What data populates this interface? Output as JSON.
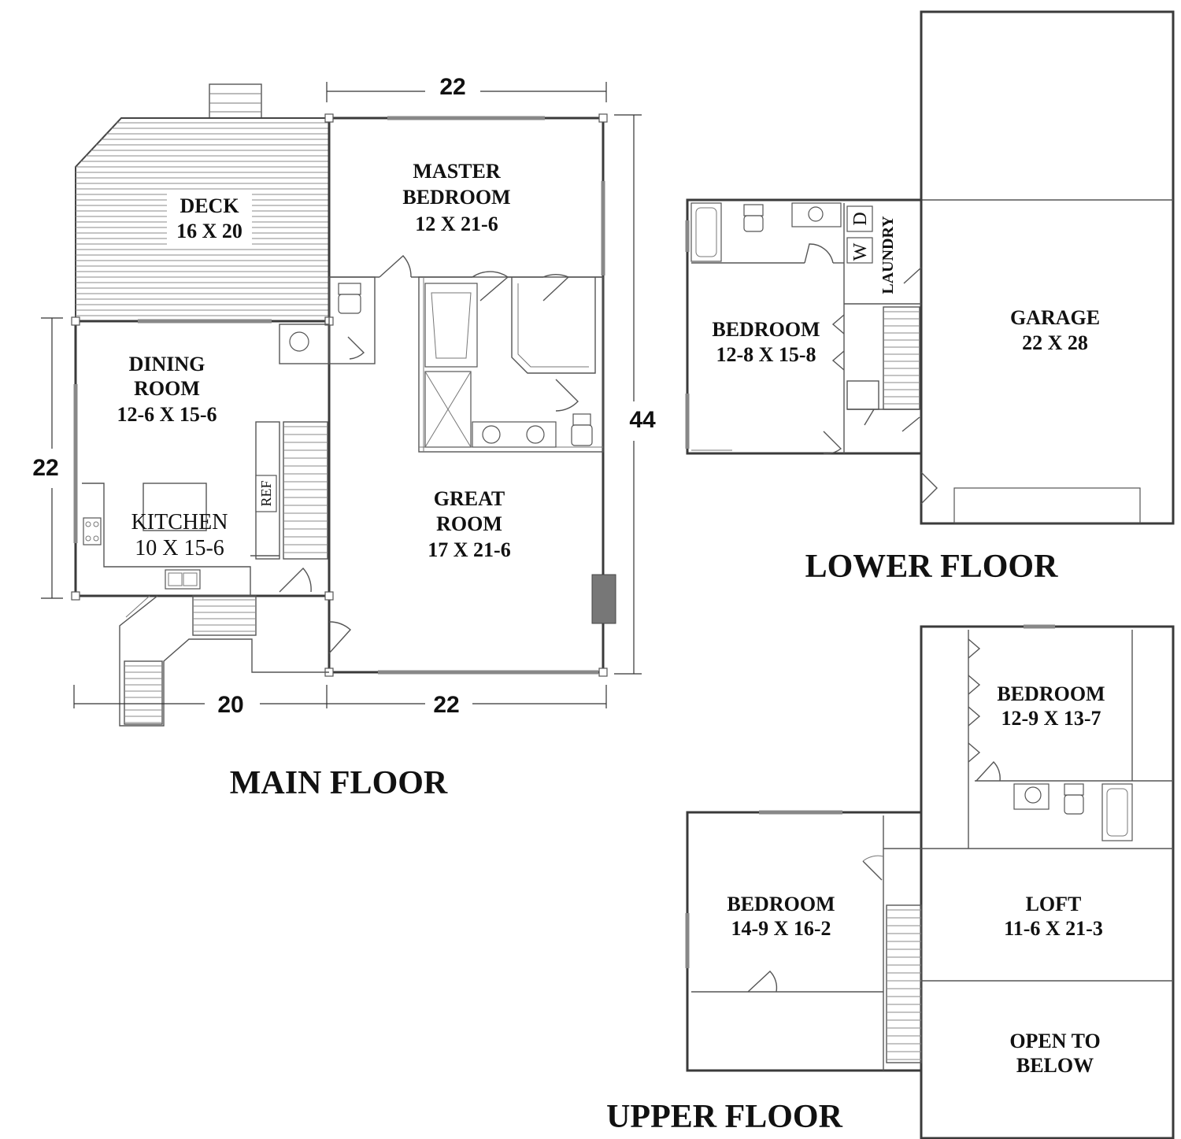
{
  "floors": {
    "main": {
      "title": "MAIN FLOOR",
      "rooms": {
        "deck": {
          "name": "DECK",
          "size": "16 X 20"
        },
        "master": {
          "name1": "MASTER",
          "name2": "BEDROOM",
          "size": "12 X 21-6"
        },
        "dining": {
          "name1": "DINING",
          "name2": "ROOM",
          "size": "12-6 X 15-6"
        },
        "kitchen": {
          "name": "KITCHEN",
          "size": "10 X 15-6"
        },
        "great": {
          "name1": "GREAT",
          "name2": "ROOM",
          "size": "17 X 21-6"
        },
        "ref": "REF"
      },
      "dimensions": {
        "top": "22",
        "right": "44",
        "left": "22",
        "bottom_left": "20",
        "bottom_right": "22"
      }
    },
    "lower": {
      "title": "LOWER FLOOR",
      "rooms": {
        "bedroom": {
          "name": "BEDROOM",
          "size": "12-8 X 15-8"
        },
        "laundry": "LAUNDRY",
        "washer": "W",
        "dryer": "D",
        "garage": {
          "name": "GARAGE",
          "size": "22 X 28"
        }
      }
    },
    "upper": {
      "title": "UPPER FLOOR",
      "rooms": {
        "bedroom_a": {
          "name": "BEDROOM",
          "size": "12-9 X 13-7"
        },
        "bedroom_b": {
          "name": "BEDROOM",
          "size": "14-9 X 16-2"
        },
        "loft": {
          "name": "LOFT",
          "size": "11-6 X 21-3"
        },
        "open": {
          "line1": "OPEN TO",
          "line2": "BELOW"
        }
      }
    }
  }
}
